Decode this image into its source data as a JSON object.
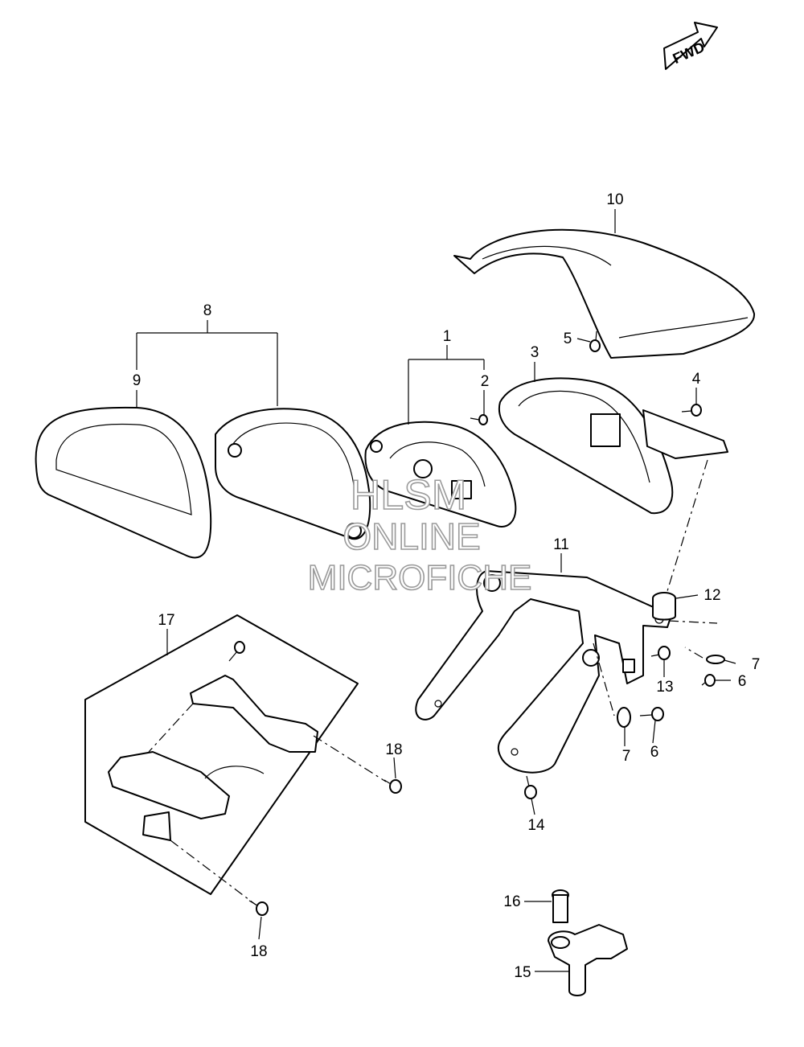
{
  "fwd_badge": "FWD",
  "watermark": {
    "line1": "HLSM",
    "line2": "ONLINE",
    "line3": "MICROFICHE",
    "color": "#9a9a9a"
  },
  "callouts": {
    "c1": "1",
    "c2": "2",
    "c3": "3",
    "c4": "4",
    "c5": "5",
    "c6a": "6",
    "c6b": "6",
    "c7a": "7",
    "c7b": "7",
    "c8": "8",
    "c9": "9",
    "c10": "10",
    "c11": "11",
    "c12": "12",
    "c13": "13",
    "c14": "14",
    "c15": "15",
    "c16": "16",
    "c17": "17",
    "c18a": "18",
    "c18b": "18"
  }
}
